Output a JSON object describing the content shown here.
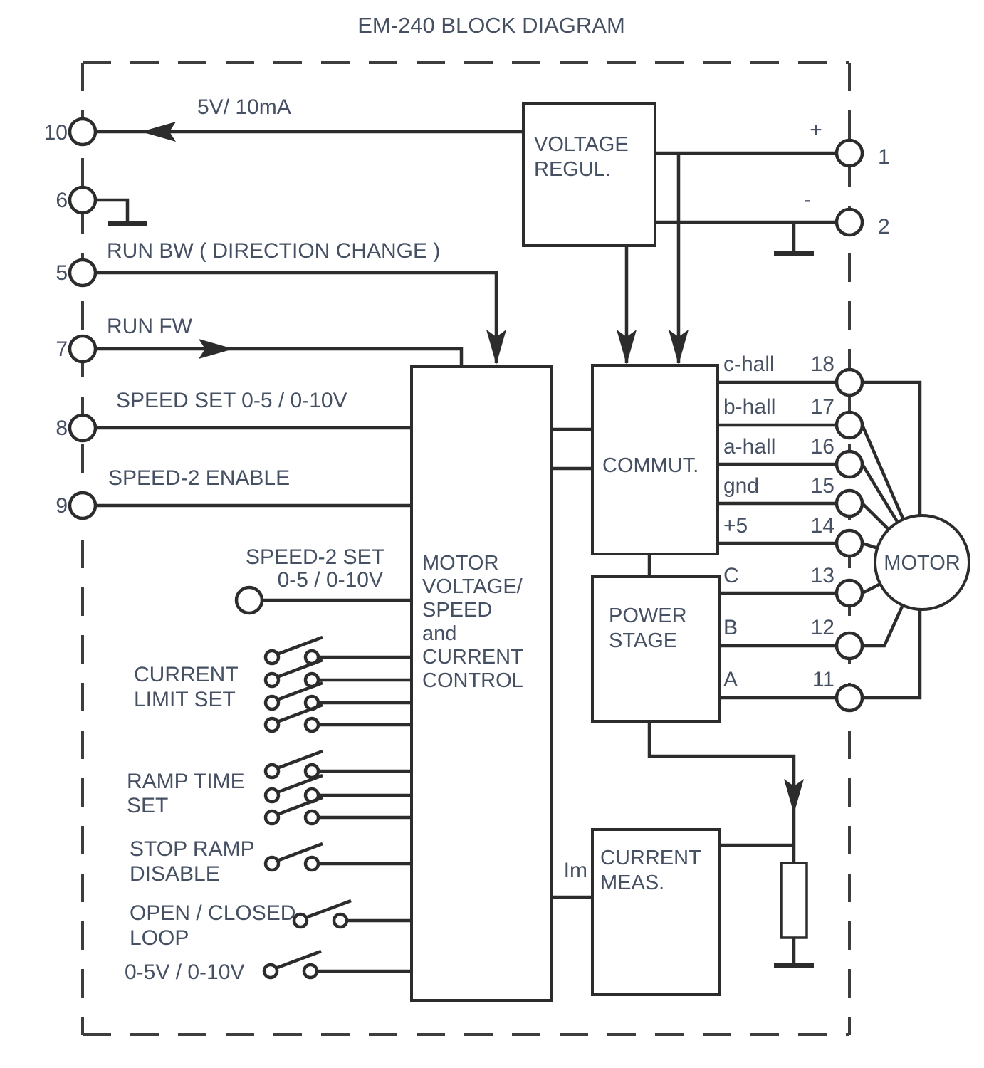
{
  "title": "EM-240  BLOCK DIAGRAM",
  "colors": {
    "ink": "#2c2c2c",
    "text": "#45506b"
  },
  "left_terminals": [
    {
      "num": "10",
      "label": "5V/ 10mA"
    },
    {
      "num": "6",
      "label": ""
    },
    {
      "num": "5",
      "label": "RUN BW  ( DIRECTION CHANGE )"
    },
    {
      "num": "7",
      "label": "RUN FW"
    },
    {
      "num": "8",
      "label": "SPEED SET 0-5 / 0-10V"
    },
    {
      "num": "9",
      "label": "SPEED-2 ENABLE"
    }
  ],
  "power_terminals": [
    {
      "num": "1",
      "sign": "+"
    },
    {
      "num": "2",
      "sign": "-"
    }
  ],
  "signal_rows": [
    {
      "name": "c-hall",
      "num": "18"
    },
    {
      "name": "b-hall",
      "num": "17"
    },
    {
      "name": "a-hall",
      "num": "16"
    },
    {
      "name": "gnd",
      "num": "15"
    },
    {
      "name": "+5",
      "num": "14"
    },
    {
      "name": "C",
      "num": "13"
    },
    {
      "name": "B",
      "num": "12"
    },
    {
      "name": "A",
      "num": "11"
    }
  ],
  "blocks": {
    "voltage_regul": {
      "lines": [
        "VOLTAGE",
        "REGUL."
      ]
    },
    "control": {
      "lines": [
        "MOTOR",
        "VOLTAGE/",
        "SPEED",
        "and",
        "CURRENT",
        "CONTROL"
      ]
    },
    "commut": {
      "lines": [
        "COMMUT."
      ]
    },
    "power_stage": {
      "lines": [
        "POWER",
        "STAGE"
      ]
    },
    "current_meas": {
      "lines": [
        "CURRENT",
        "MEAS."
      ]
    },
    "motor": {
      "label": "MOTOR"
    }
  },
  "side_labels": {
    "speed2_set": [
      "SPEED-2 SET",
      "0-5 / 0-10V"
    ],
    "current_limit": [
      "CURRENT",
      "LIMIT SET"
    ],
    "ramp_time": [
      "RAMP TIME",
      "SET"
    ],
    "stop_ramp": [
      "STOP RAMP",
      "DISABLE"
    ],
    "open_closed": [
      "OPEN / CLOSED",
      "LOOP"
    ],
    "input_range": "0-5V / 0-10V",
    "im": "Im"
  }
}
